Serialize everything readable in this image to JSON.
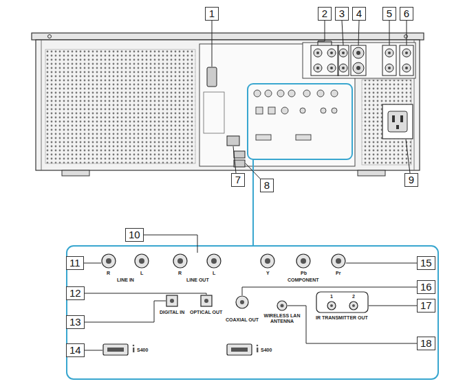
{
  "diagram": {
    "nodes": [
      {
        "text": [
          "1"
        ]
      },
      {
        "text": [
          "2"
        ]
      },
      {
        "text": [
          "3"
        ]
      },
      {
        "text": [
          "4"
        ]
      },
      {
        "text": [
          "5"
        ]
      },
      {
        "text": [
          "6"
        ]
      },
      {
        "text": [
          "7"
        ]
      },
      {
        "text": [
          "8"
        ]
      },
      {
        "text": [
          "9"
        ]
      },
      {
        "text": [
          "10"
        ]
      },
      {
        "text": [
          "11"
        ]
      },
      {
        "text": [
          "12"
        ]
      },
      {
        "text": [
          "13"
        ]
      },
      {
        "text": [
          "14"
        ]
      },
      {
        "text": [
          "15"
        ]
      },
      {
        "text": [
          "16"
        ]
      },
      {
        "text": [
          "17"
        ]
      },
      {
        "text": [
          "18"
        ]
      }
    ],
    "labels": [
      "R",
      "L",
      "LINE IN",
      "R",
      "L",
      "LINE OUT",
      "Y",
      "Pb",
      "Pr",
      "COMPONENT",
      "DIGITAL IN",
      "OPTICAL OUT",
      "COAXIAL OUT",
      "WIRELESS LAN ANTENNA",
      "1",
      "2",
      "IR TRANSMITTER OUT",
      "S400",
      "S400"
    ]
  }
}
